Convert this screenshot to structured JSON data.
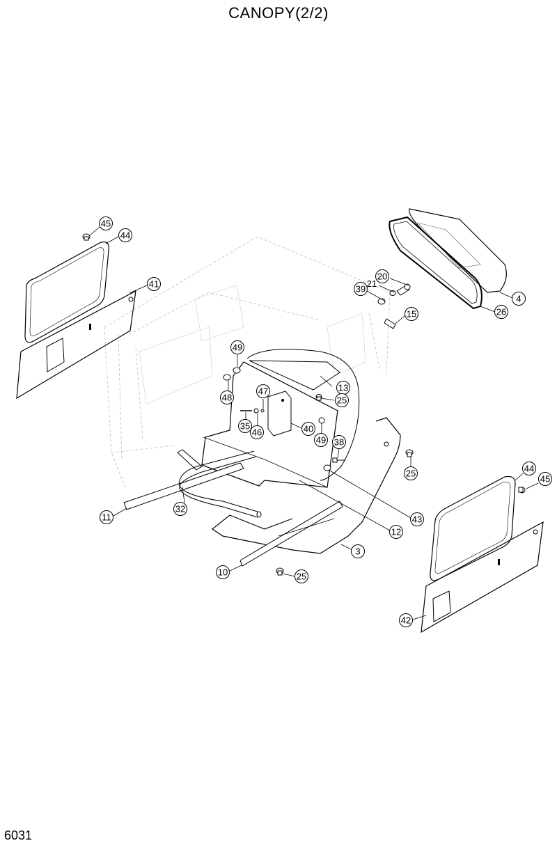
{
  "title": "CANOPY(2/2)",
  "page_number": "6031",
  "callouts": {
    "c45a": "45",
    "c44a": "44",
    "c41": "41",
    "c20": "20",
    "c21": "21",
    "c39": "39",
    "c4": "4",
    "c26": "26",
    "c15": "15",
    "c49a": "49",
    "c48": "48",
    "c13": "13",
    "c25a": "25",
    "c47": "47",
    "c35": "35",
    "c46": "46",
    "c40": "40",
    "c49b": "49",
    "c38": "38",
    "c25b": "25",
    "c44b": "44",
    "c45b": "45",
    "c11": "11",
    "c32": "32",
    "c43": "43",
    "c12": "12",
    "c3": "3",
    "c10": "10",
    "c25c": "25",
    "c42": "42"
  }
}
